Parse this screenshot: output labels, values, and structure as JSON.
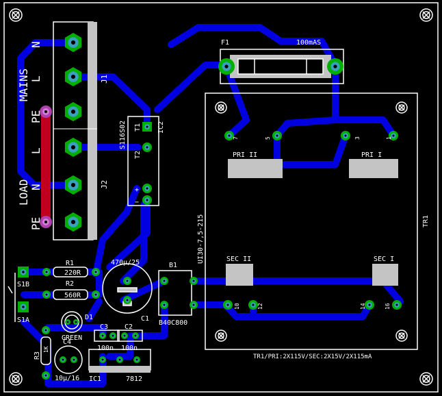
{
  "connectors": {
    "j1": "J1",
    "j2": "J2",
    "mains": "MAINS",
    "load": "LOAD",
    "pins": [
      "N",
      "L",
      "PE",
      "L",
      "N",
      "PE"
    ]
  },
  "fuse": {
    "ref": "F1",
    "value": "100mAS"
  },
  "ic2": {
    "ref": "IC2",
    "part": "S116S02",
    "t1": "T1",
    "t2": "T2",
    "plus": "+",
    "minus": "−"
  },
  "transformer": {
    "ref": "TR1",
    "part": "UI30-7,5-215",
    "pri2": "PRI II",
    "pri1": "PRI I",
    "sec2": "SEC II",
    "sec1": "SEC I",
    "pins": [
      "7",
      "5",
      "3",
      "1",
      "10",
      "12",
      "14",
      "16"
    ],
    "spec": "TR1/PRI:2X115V/SEC:2X15V/2X115mA"
  },
  "resistors": {
    "r1": {
      "ref": "R1",
      "value": "220R"
    },
    "r2": {
      "ref": "R2",
      "value": "560R"
    },
    "r3": {
      "ref": "R3",
      "value": "1K"
    }
  },
  "capacitors": {
    "c1": {
      "ref": "C1",
      "value": "470µ/25"
    },
    "c2": {
      "ref": "C2",
      "value": "100n"
    },
    "c3": {
      "ref": "C3",
      "value": "100n"
    },
    "c4": {
      "ref": "C4",
      "value": "10µ/16"
    }
  },
  "bridge": {
    "ref": "B1",
    "value": "B40C800"
  },
  "diode": {
    "ref": "D1",
    "value": "GREEN"
  },
  "switch": {
    "s1b": "S1B",
    "s1a": "S1A"
  },
  "regulator": {
    "ref": "IC1",
    "value": "7812"
  },
  "colors": {
    "background": "#000000",
    "copper": "#0000e0",
    "pad_ring": "#00b000",
    "pad_center": "#3aa0c0",
    "silk": "#ffffff",
    "pe_bar": "#c0001e",
    "pe_pad": "#b040b0",
    "component_gray": "#c4c4c4"
  }
}
